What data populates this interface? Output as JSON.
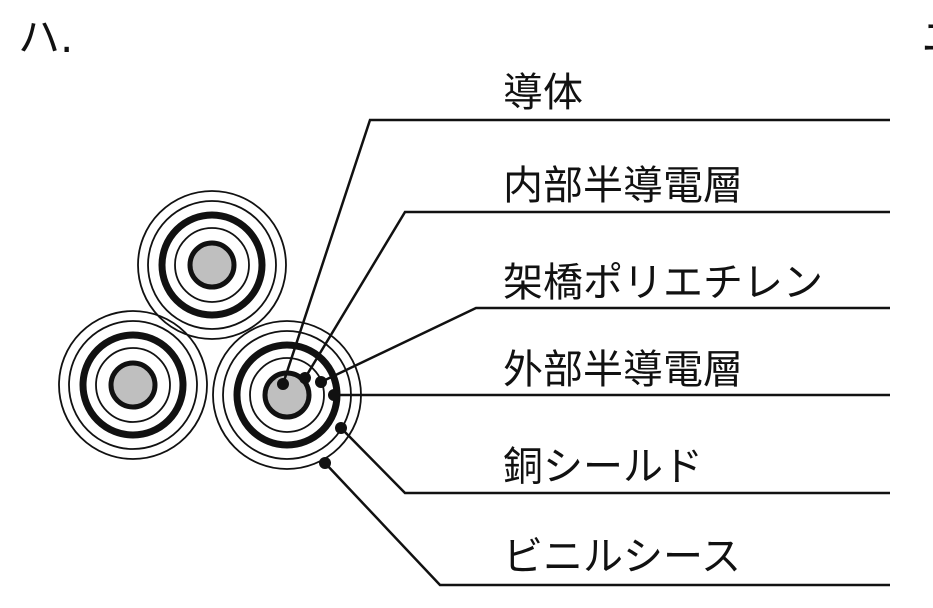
{
  "option_label": "ハ.",
  "edge_fragment": "ニ",
  "colors": {
    "ink": "#111111",
    "conductor_fill": "#bfbfbf",
    "background": "#ffffff"
  },
  "layers": [
    {
      "name": "導体"
    },
    {
      "name": "内部半導電層"
    },
    {
      "name": "架橋ポリエチレン"
    },
    {
      "name": "外部半導電層"
    },
    {
      "name": "銅シールド"
    },
    {
      "name": "ビニルシース"
    }
  ]
}
